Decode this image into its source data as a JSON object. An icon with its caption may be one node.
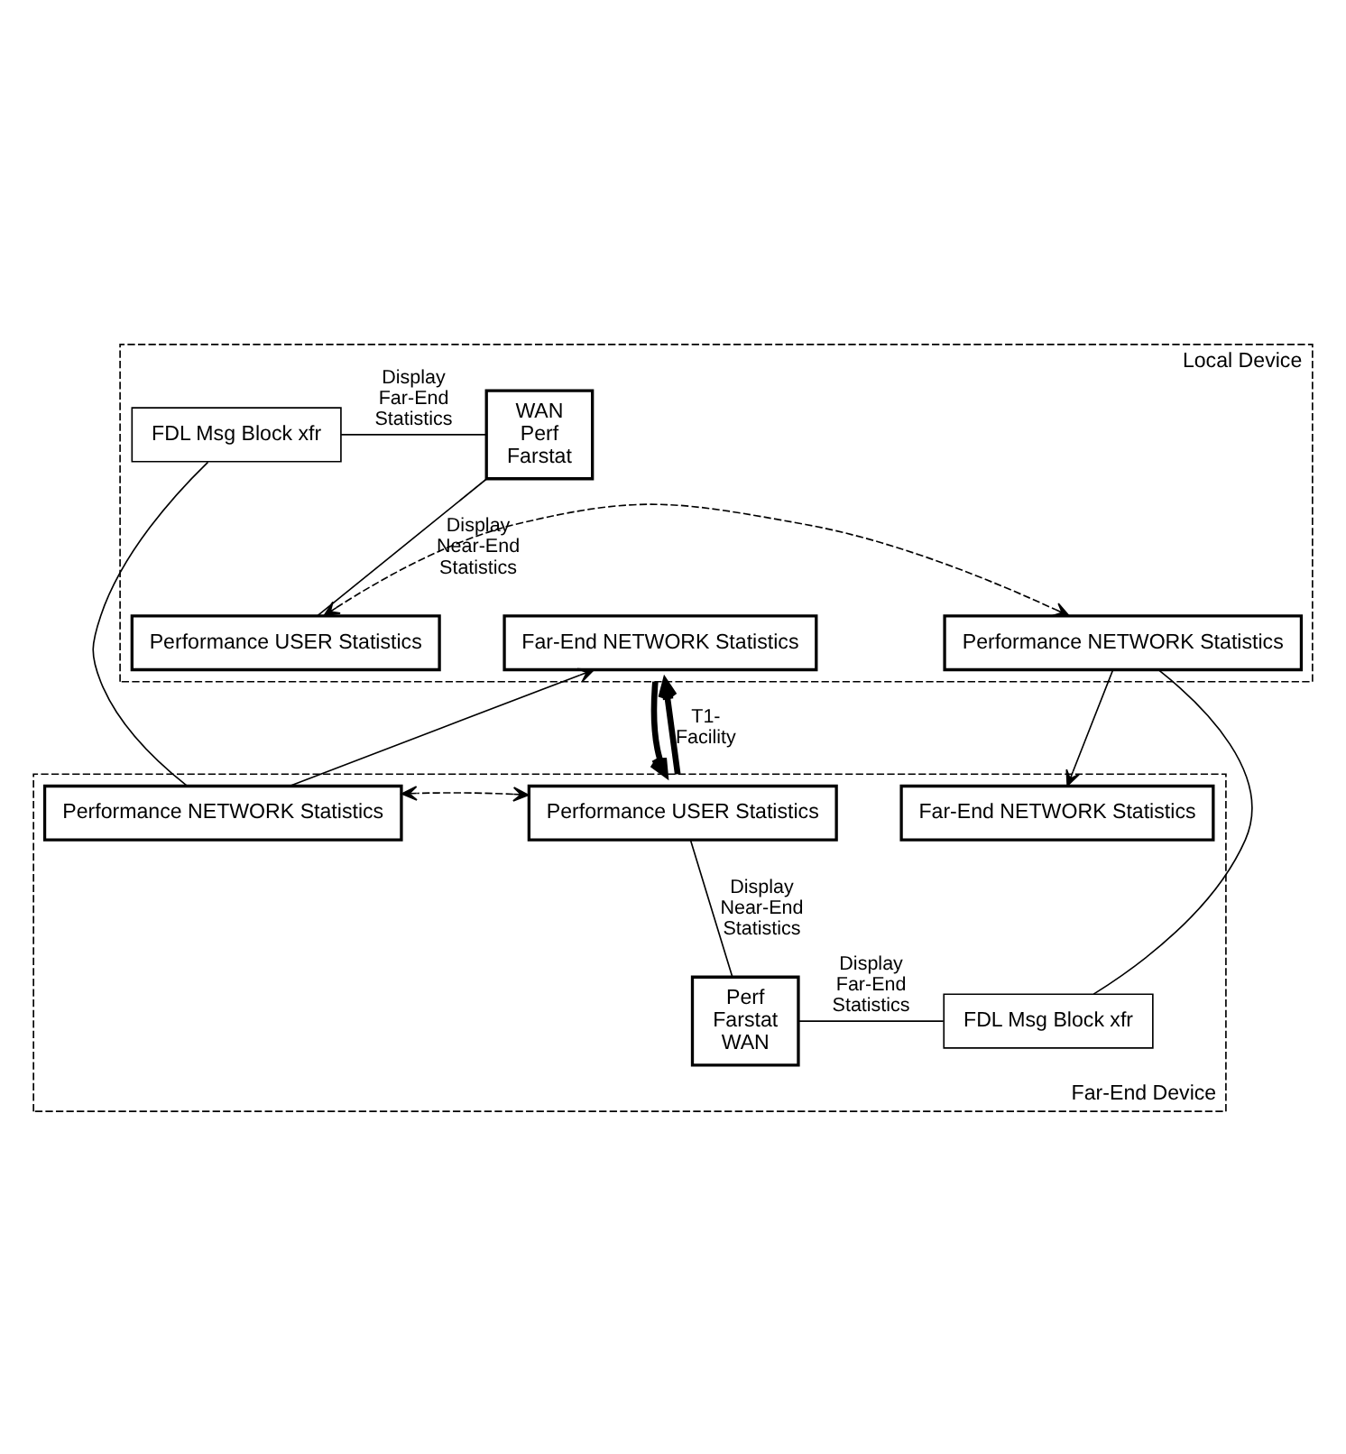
{
  "diagram": {
    "nodes": [
      {
        "text": [
          "Local Device"
        ]
      },
      {
        "text": [
          "WAN",
          "Perf",
          "Farstat"
        ],
        "in": 0
      },
      {
        "text": [
          "FDL Msg Block xfr"
        ],
        "in": 0
      },
      {
        "text": [
          "Performance USER Statistics"
        ],
        "in": 0
      },
      {
        "text": [
          "Performance NETWORK Statistics"
        ],
        "in": 0
      },
      {
        "text": [
          "Far-End NETWORK Statistics"
        ],
        "in": 0
      },
      {
        "text": [
          "Far-End Device"
        ]
      },
      {
        "text": [
          "Performance USER Statistics"
        ],
        "in": 6
      },
      {
        "text": [
          "Performance NETWORK Statistics"
        ],
        "in": 6
      },
      {
        "text": [
          "Far-End NETWORK Statistics"
        ],
        "in": 6
      },
      {
        "text": [
          "Perf",
          "Farstat",
          "WAN"
        ],
        "in": 6
      },
      {
        "text": [
          "FDL Msg Block xfr"
        ],
        "in": 6
      }
    ],
    "edges": [
      {
        "from": 1,
        "to": 3,
        "arrow": "none",
        "label": "Display Near-End Statistics"
      },
      {
        "from": 1,
        "to": 2,
        "arrow": "none",
        "label": "Display Far-End Statistics"
      },
      {
        "from": 3,
        "to": 4,
        "arrow": "both",
        "style": "dashed"
      },
      {
        "from": 4,
        "to": 11,
        "arrow": "none"
      },
      {
        "from": 4,
        "to": 9,
        "arrow": "to"
      },
      {
        "from": 2,
        "to": 8,
        "arrow": "none"
      },
      {
        "from": 8,
        "to": 5,
        "arrow": "to"
      },
      {
        "from": 6,
        "to": 0,
        "arrow": "to",
        "style": "thick",
        "label": "T1- Facility"
      },
      {
        "from": 0,
        "to": 6,
        "arrow": "to",
        "style": "thick"
      },
      {
        "from": 7,
        "to": 8,
        "arrow": "both",
        "style": "dashed"
      },
      {
        "from": 7,
        "to": 10,
        "arrow": "none",
        "label": "Display Near-End Statistics"
      },
      {
        "from": 10,
        "to": 11,
        "arrow": "none",
        "label": "Display Far-End Statistics"
      }
    ]
  }
}
